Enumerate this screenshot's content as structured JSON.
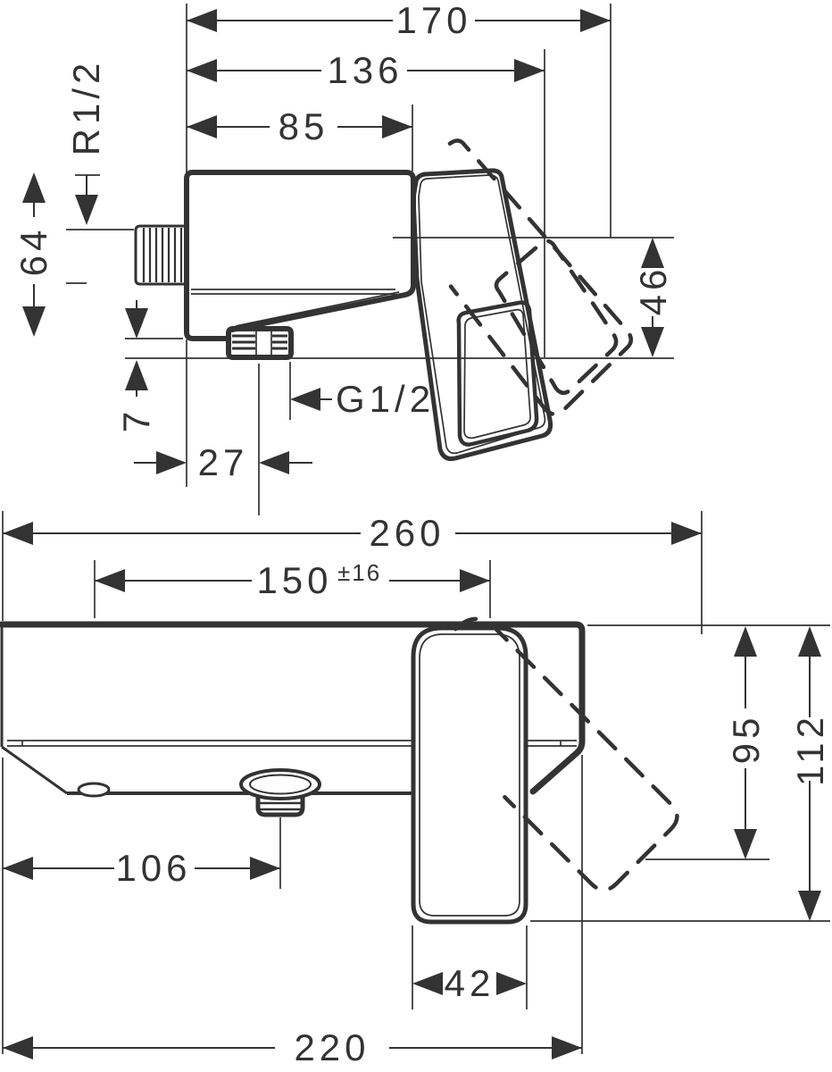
{
  "colors": {
    "line": "#333333",
    "background": "#ffffff"
  },
  "top_view": {
    "dim_total_width": "170",
    "dim_to_handle": "136",
    "dim_body_width": "85",
    "dim_inlet_thread": "R1/2",
    "dim_body_height": "64",
    "dim_handle_height": "46",
    "dim_outlet_drop": "7",
    "dim_outlet_offset": "27",
    "dim_outlet_thread": "G1/2"
  },
  "bottom_view": {
    "dim_total_width": "260",
    "dim_hose_centers": "150",
    "dim_hose_tolerance": "±16",
    "dim_handle_depth": "95",
    "dim_total_depth": "112",
    "dim_outlet_from_left": "106",
    "dim_handle_width": "42",
    "dim_body_length": "220"
  }
}
